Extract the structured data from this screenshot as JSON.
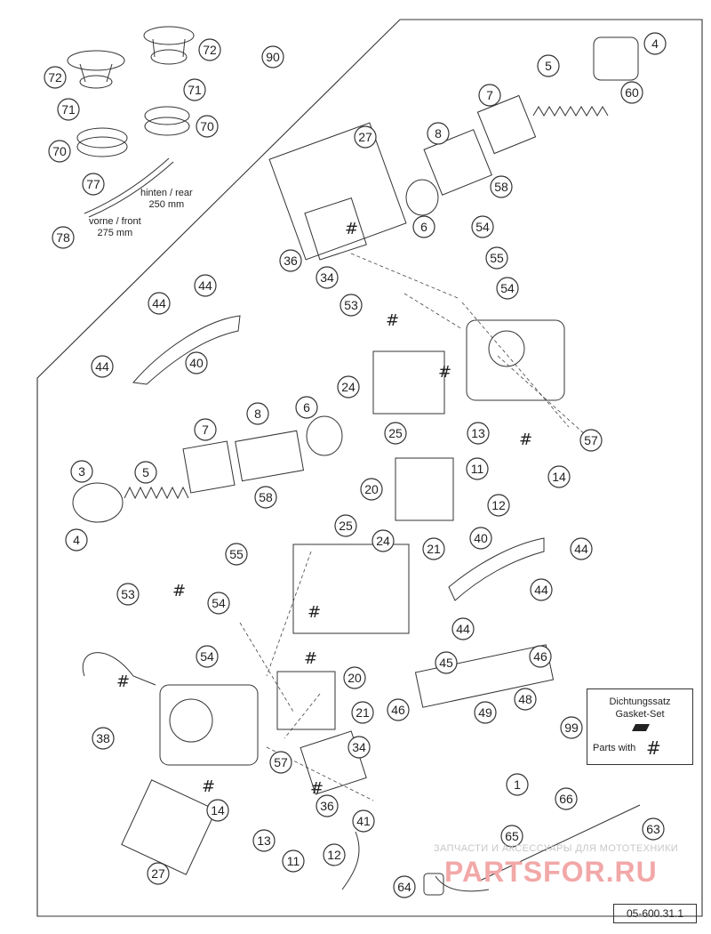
{
  "callouts": [
    {
      "id": "c72a",
      "text": "72"
    },
    {
      "id": "c72b",
      "text": "72"
    },
    {
      "id": "c90",
      "text": "90"
    },
    {
      "id": "c71a",
      "text": "71"
    },
    {
      "id": "c71b",
      "text": "71"
    },
    {
      "id": "c70a",
      "text": "70"
    },
    {
      "id": "c70b",
      "text": "70"
    },
    {
      "id": "c77",
      "text": "77"
    },
    {
      "id": "c78",
      "text": "78"
    },
    {
      "id": "c4a",
      "text": "4"
    },
    {
      "id": "c5a",
      "text": "5"
    },
    {
      "id": "c60",
      "text": "60"
    },
    {
      "id": "c7a",
      "text": "7"
    },
    {
      "id": "c8a",
      "text": "8"
    },
    {
      "id": "c58a",
      "text": "58"
    },
    {
      "id": "c6a",
      "text": "6"
    },
    {
      "id": "c27a",
      "text": "27"
    },
    {
      "id": "c36a",
      "text": "36"
    },
    {
      "id": "c34a",
      "text": "34"
    },
    {
      "id": "c53a",
      "text": "53"
    },
    {
      "id": "c54a",
      "text": "54"
    },
    {
      "id": "c55a",
      "text": "55"
    },
    {
      "id": "c54b",
      "text": "54"
    },
    {
      "id": "c44a",
      "text": "44"
    },
    {
      "id": "c44b",
      "text": "44"
    },
    {
      "id": "c44c",
      "text": "44"
    },
    {
      "id": "c40a",
      "text": "40"
    },
    {
      "id": "c24a",
      "text": "24"
    },
    {
      "id": "c25a",
      "text": "25"
    },
    {
      "id": "c13a",
      "text": "13"
    },
    {
      "id": "c57a",
      "text": "57"
    },
    {
      "id": "c7b",
      "text": "7"
    },
    {
      "id": "c8b",
      "text": "8"
    },
    {
      "id": "c6b",
      "text": "6"
    },
    {
      "id": "c3",
      "text": "3"
    },
    {
      "id": "c5b",
      "text": "5"
    },
    {
      "id": "c58b",
      "text": "58"
    },
    {
      "id": "c4b",
      "text": "4"
    },
    {
      "id": "c20a",
      "text": "20"
    },
    {
      "id": "c21a",
      "text": "21"
    },
    {
      "id": "c11a",
      "text": "11"
    },
    {
      "id": "c12a",
      "text": "12"
    },
    {
      "id": "c14a",
      "text": "14"
    },
    {
      "id": "c40b",
      "text": "40"
    },
    {
      "id": "c44d",
      "text": "44"
    },
    {
      "id": "c44e",
      "text": "44"
    },
    {
      "id": "c44f",
      "text": "44"
    },
    {
      "id": "c25b",
      "text": "25"
    },
    {
      "id": "c24b",
      "text": "24"
    },
    {
      "id": "c55b",
      "text": "55"
    },
    {
      "id": "c53b",
      "text": "53"
    },
    {
      "id": "c54c",
      "text": "54"
    },
    {
      "id": "c54d",
      "text": "54"
    },
    {
      "id": "c20b",
      "text": "20"
    },
    {
      "id": "c21b",
      "text": "21"
    },
    {
      "id": "c38",
      "text": "38"
    },
    {
      "id": "c45",
      "text": "45"
    },
    {
      "id": "c46a",
      "text": "46"
    },
    {
      "id": "c46b",
      "text": "46"
    },
    {
      "id": "c48",
      "text": "48"
    },
    {
      "id": "c49",
      "text": "49"
    },
    {
      "id": "c99",
      "text": "99"
    },
    {
      "id": "c57b",
      "text": "57"
    },
    {
      "id": "c34b",
      "text": "34"
    },
    {
      "id": "c36b",
      "text": "36"
    },
    {
      "id": "c14b",
      "text": "14"
    },
    {
      "id": "c13b",
      "text": "13"
    },
    {
      "id": "c11b",
      "text": "11"
    },
    {
      "id": "c12b",
      "text": "12"
    },
    {
      "id": "c41",
      "text": "41"
    },
    {
      "id": "c27b",
      "text": "27"
    },
    {
      "id": "c1",
      "text": "1"
    },
    {
      "id": "c66",
      "text": "66"
    },
    {
      "id": "c63",
      "text": "63"
    },
    {
      "id": "c65",
      "text": "65"
    },
    {
      "id": "c64",
      "text": "64"
    }
  ],
  "hashes": [
    "#",
    "#",
    "#",
    "#",
    "#",
    "#",
    "#",
    "#",
    "#",
    "#"
  ],
  "hose_labels": {
    "rear": "hinten / rear",
    "rear_len": "250 mm",
    "front": "vorne / front",
    "front_len": "275 mm"
  },
  "gasket_box": {
    "line1": "Dichtungssatz",
    "line2": "Gasket-Set",
    "line3": "Parts with",
    "hash": "#",
    "logo": "ktm-logo"
  },
  "doc_number": "05-600.31.1",
  "watermark": {
    "text": "ЗАПЧАСТИ И АКСЕССУАРЫ ДЛЯ МОТОТЕХНИКИ",
    "logo": "PARTSFOR.RU"
  },
  "colors": {
    "line": "#333333",
    "watermark_logo": "#f2a8a8"
  }
}
